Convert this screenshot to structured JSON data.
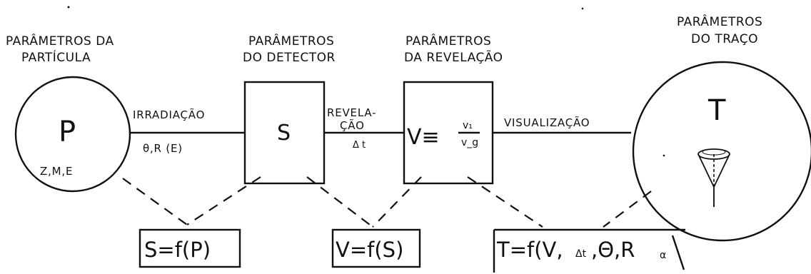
{
  "headers": {
    "particle": [
      "PARÂMETROS DA",
      "PARTÍCULA"
    ],
    "detector": [
      "PARÂMETROS",
      "DO DETECTOR"
    ],
    "revelation": [
      "PARÂMETROS",
      "DA REVELAÇÃO"
    ],
    "trace": [
      "PARÂMETROS",
      "DO TRAÇO"
    ]
  },
  "nodes": {
    "particle": {
      "symbol": "P",
      "params": "Z,M,E"
    },
    "detector": {
      "symbol": "S"
    },
    "revelation": {
      "symbol": "V≡",
      "numerator": "v₁",
      "denominator": "v_g"
    },
    "trace": {
      "symbol": "T"
    }
  },
  "edges": {
    "irradiation": {
      "label": "IRRADIAÇÃO",
      "sub": "θ,R (E)"
    },
    "revelation": {
      "label": [
        "REVELA-",
        "ÇÃO"
      ],
      "sub": "Δ t"
    },
    "visualization": {
      "label": "VISUALIZAÇÃO"
    }
  },
  "formulas": {
    "f1": "S=f(P)",
    "f2": "V=f(S)",
    "f3_prefix": "T=f(V,",
    "f3_small": "Δt",
    "f3_suffix": ",Θ,R",
    "f3_alpha": "α"
  }
}
